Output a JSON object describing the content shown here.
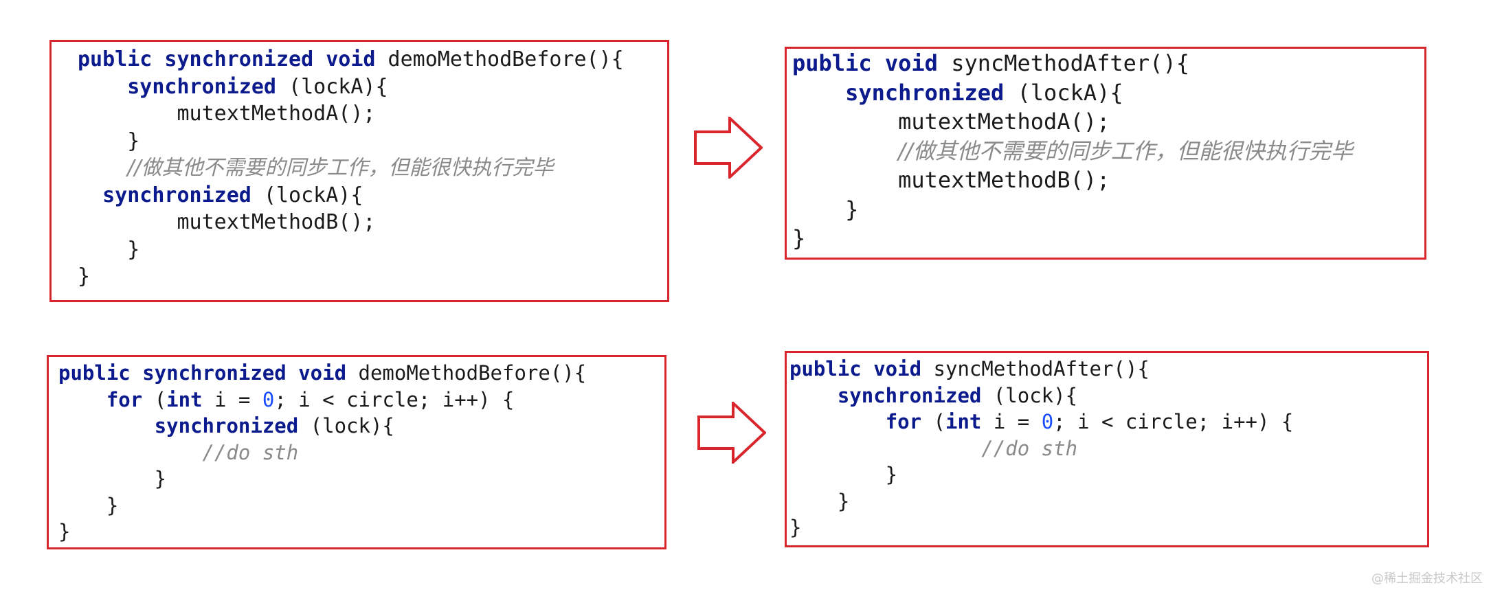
{
  "colors": {
    "box_border": "#d9262c",
    "keyword": "#0b1a8c",
    "comment": "#8a8a8a",
    "number": "#1a4cff",
    "text": "#1a1a1a"
  },
  "top_left": {
    "lines": [
      [
        [
          "kw",
          "public synchronized void"
        ],
        [
          "t",
          " demoMethodBefore(){"
        ]
      ],
      [
        [
          "t",
          "    "
        ],
        [
          "kw",
          "synchronized"
        ],
        [
          "t",
          " (lockA){"
        ]
      ],
      [
        [
          "t",
          "        mutextMethodA();"
        ]
      ],
      [
        [
          "t",
          "    }"
        ]
      ],
      [
        [
          "t",
          "    "
        ],
        [
          "cm",
          "//做其他不需要的同步工作，但能很快执行完毕"
        ]
      ],
      [
        [
          "t",
          "  "
        ],
        [
          "kw",
          "synchronized"
        ],
        [
          "t",
          " (lockA){"
        ]
      ],
      [
        [
          "t",
          "        mutextMethodB();"
        ]
      ],
      [
        [
          "t",
          "    }"
        ]
      ],
      [
        [
          "t",
          "}"
        ]
      ]
    ]
  },
  "top_right": {
    "lines": [
      [
        [
          "kw",
          "public void"
        ],
        [
          "t",
          " syncMethodAfter(){"
        ]
      ],
      [
        [
          "t",
          "    "
        ],
        [
          "kw",
          "synchronized"
        ],
        [
          "t",
          " (lockA){"
        ]
      ],
      [
        [
          "t",
          "        mutextMethodA();"
        ]
      ],
      [
        [
          "t",
          "        "
        ],
        [
          "cm",
          "//做其他不需要的同步工作，但能很快执行完毕"
        ]
      ],
      [
        [
          "t",
          "        mutextMethodB();"
        ]
      ],
      [
        [
          "t",
          "    }"
        ]
      ],
      [
        [
          "t",
          "}"
        ]
      ]
    ]
  },
  "bottom_left": {
    "lines": [
      [
        [
          "kw",
          "public synchronized void"
        ],
        [
          "t",
          " demoMethodBefore(){"
        ]
      ],
      [
        [
          "t",
          "    "
        ],
        [
          "kw",
          "for"
        ],
        [
          "t",
          " ("
        ],
        [
          "kw",
          "int"
        ],
        [
          "t",
          " i = "
        ],
        [
          "num",
          "0"
        ],
        [
          "t",
          "; i < circle; i++) {"
        ]
      ],
      [
        [
          "t",
          "        "
        ],
        [
          "kw",
          "synchronized"
        ],
        [
          "t",
          " (lock){"
        ]
      ],
      [
        [
          "t",
          "            "
        ],
        [
          "cme",
          "//do sth"
        ]
      ],
      [
        [
          "t",
          "        }"
        ]
      ],
      [
        [
          "t",
          "    }"
        ]
      ],
      [
        [
          "t",
          "}"
        ]
      ]
    ]
  },
  "bottom_right": {
    "lines": [
      [
        [
          "kw",
          "public void"
        ],
        [
          "t",
          " syncMethodAfter(){"
        ]
      ],
      [
        [
          "t",
          "    "
        ],
        [
          "kw",
          "synchronized"
        ],
        [
          "t",
          " (lock){"
        ]
      ],
      [
        [
          "t",
          "        "
        ],
        [
          "kw",
          "for"
        ],
        [
          "t",
          " ("
        ],
        [
          "kw",
          "int"
        ],
        [
          "t",
          " i = "
        ],
        [
          "num",
          "0"
        ],
        [
          "t",
          "; i < circle; i++) {"
        ]
      ],
      [
        [
          "t",
          "                "
        ],
        [
          "cme",
          "//do sth"
        ]
      ],
      [
        [
          "t",
          "        }"
        ]
      ],
      [
        [
          "t",
          "    }"
        ]
      ],
      [
        [
          "t",
          "}"
        ]
      ]
    ]
  },
  "watermark": "@稀土掘金技术社区"
}
